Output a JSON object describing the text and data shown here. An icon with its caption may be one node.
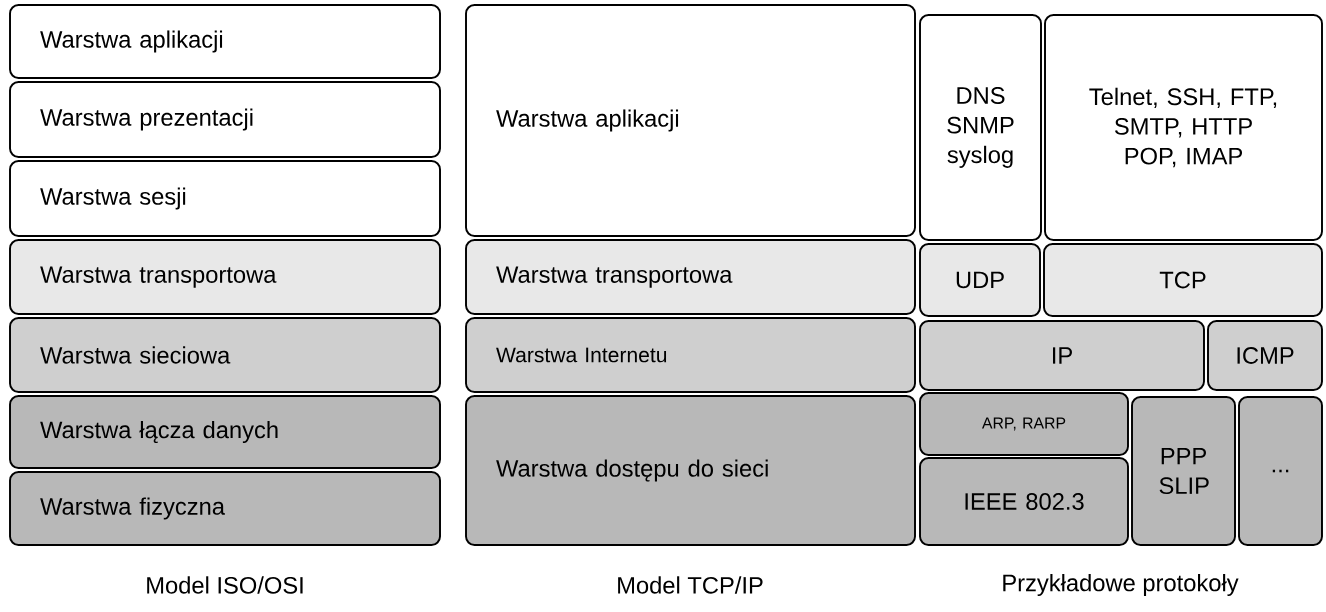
{
  "diagram": {
    "nodes": [
      {
        "text": [
          "Warstwa aplikacji"
        ]
      },
      {
        "text": [
          "Warstwa prezentacji"
        ]
      },
      {
        "text": [
          "Warstwa sesji"
        ]
      },
      {
        "text": [
          "Warstwa transportowa"
        ]
      },
      {
        "text": [
          "Warstwa sieciowa"
        ]
      },
      {
        "text": [
          "Warstwa łącza danych"
        ]
      },
      {
        "text": [
          "Warstwa fizyczna"
        ]
      },
      {
        "text": [
          "Warstwa aplikacji"
        ]
      },
      {
        "text": [
          "Warstwa transportowa"
        ]
      },
      {
        "text": [
          "Warstwa Internetu"
        ]
      },
      {
        "text": [
          "Warstwa dostępu do sieci"
        ]
      },
      {
        "text": [
          "DNS SNMP syslog"
        ]
      },
      {
        "text": [
          "Telnet, SSH, FTP, SMTP, HTTP POP, IMAP"
        ]
      },
      {
        "text": [
          "UDP"
        ]
      },
      {
        "text": [
          "TCP"
        ]
      },
      {
        "text": [
          "IP"
        ]
      },
      {
        "text": [
          "ICMP"
        ]
      },
      {
        "text": [
          "ARP, RARP"
        ]
      },
      {
        "text": [
          "PPP SLIP"
        ]
      },
      {
        "text": [
          "..."
        ]
      },
      {
        "text": [
          "IEEE 802.3"
        ]
      }
    ],
    "labels": [
      "Model ISO/OSI",
      "Model TCP/IP",
      "Przykładowe protokoły"
    ]
  }
}
